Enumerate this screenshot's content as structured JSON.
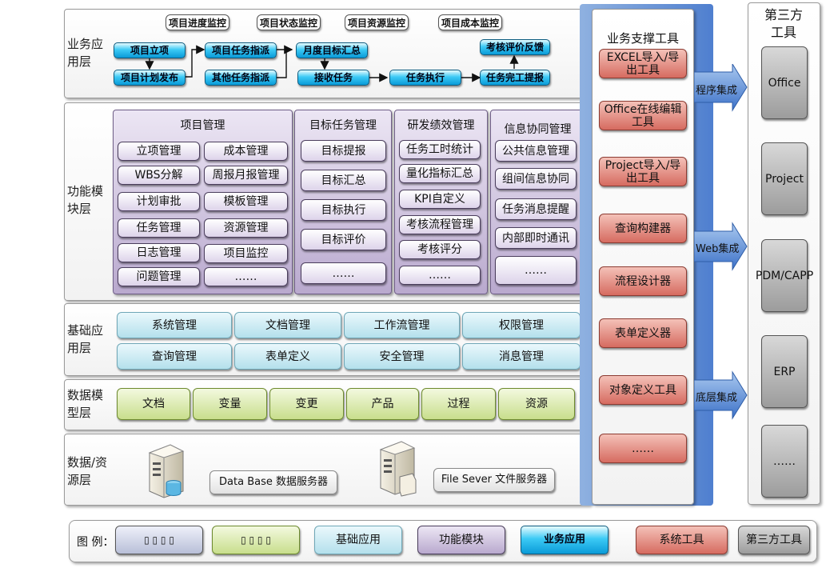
{
  "layers": {
    "business": "业务应用层",
    "function": "功能模块层",
    "base": "基础应用层",
    "datamodel": "数据模型层",
    "resource": "数据/资源层"
  },
  "monitors": [
    "项目进度监控",
    "项目状态监控",
    "项目资源监控",
    "项目成本监控"
  ],
  "flow": {
    "project_setup": "项目立项",
    "plan_release": "项目计划发布",
    "task_assign": "项目任务指派",
    "other_assign": "其他任务指派",
    "monthly_goal": "月度目标汇总",
    "receive_task": "接收任务",
    "task_exec": "任务执行",
    "task_done": "任务完工提报",
    "evaluation": "考核评价反馈"
  },
  "modules": {
    "project": {
      "title": "项目管理",
      "items": [
        "立项管理",
        "成本管理",
        "WBS分解",
        "周报月报管理",
        "计划审批",
        "模板管理",
        "任务管理",
        "资源管理",
        "日志管理",
        "项目监控",
        "问题管理",
        "……"
      ]
    },
    "target": {
      "title": "目标任务管理",
      "items": [
        "目标提报",
        "目标汇总",
        "目标执行",
        "目标评价",
        "……"
      ]
    },
    "perf": {
      "title": "研发绩效管理",
      "items": [
        "任务工时统计",
        "量化指标汇总",
        "KPI自定义",
        "考核流程管理",
        "考核评分",
        "……"
      ]
    },
    "info": {
      "title": "信息协同管理",
      "items": [
        "公共信息管理",
        "组间信息协同",
        "任务消息提醒",
        "内部即时通讯",
        "……"
      ]
    }
  },
  "base_apps": [
    "系统管理",
    "文档管理",
    "工作流管理",
    "权限管理",
    "查询管理",
    "表单定义",
    "安全管理",
    "消息管理"
  ],
  "data_models": [
    "文档",
    "变量",
    "变更",
    "产品",
    "过程",
    "资源"
  ],
  "servers": {
    "db": "Data Base 数据服务器",
    "file": "File Sever 文件服务器"
  },
  "support": {
    "title": "业务支撑工具",
    "tools": [
      "EXCEL导入/导出工具",
      "Office在线编辑工具",
      "Project导入/导出工具",
      "查询构建器",
      "流程设计器",
      "表单定义器",
      "对象定义工具",
      "……"
    ]
  },
  "integration": [
    "程序集成",
    "Web集成",
    "底层集成"
  ],
  "third": {
    "title": "第三方工具",
    "tools": [
      "Office",
      "Project",
      "PDM/CAPP",
      "ERP",
      "……"
    ]
  },
  "legend": {
    "label": "图 例：",
    "items": [
      "▯ ▯ ▯ ▯",
      "▯ ▯ ▯ ▯",
      "基础应用",
      "功能模块",
      "业务应用",
      "系统工具",
      "第三方工具"
    ]
  }
}
